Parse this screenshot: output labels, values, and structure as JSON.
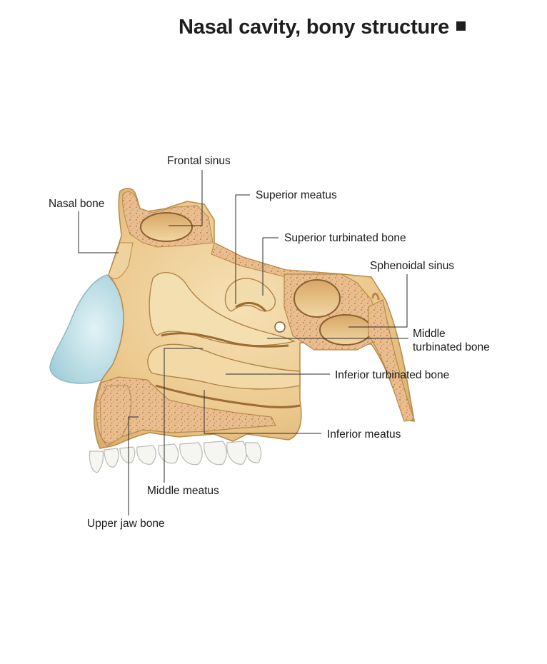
{
  "title": "Nasal cavity, bony structure",
  "title_marker": "black-square-icon",
  "colors": {
    "bone": "#ecc98e",
    "bone_shadow": "#c79a55",
    "bone_light": "#f7e6c0",
    "spongy": "#e7b98a",
    "cartilage": "#bfe3ea",
    "teeth": "#f4f4f2",
    "leader_line": "#2a2a2a"
  },
  "labels": {
    "frontal_sinus": "Frontal sinus",
    "nasal_bone": "Nasal bone",
    "superior_meatus": "Superior meatus",
    "superior_turbinated_bone": "Superior turbinated bone",
    "sphenoidal_sinus": "Sphenoidal sinus",
    "middle_turbinated_bone": [
      "Middle",
      "turbinated bone"
    ],
    "inferior_turbinated_bone": "Inferior turbinated bone",
    "inferior_meatus": "Inferior meatus",
    "middle_meatus": "Middle meatus",
    "upper_jaw_bone": "Upper jaw bone"
  }
}
